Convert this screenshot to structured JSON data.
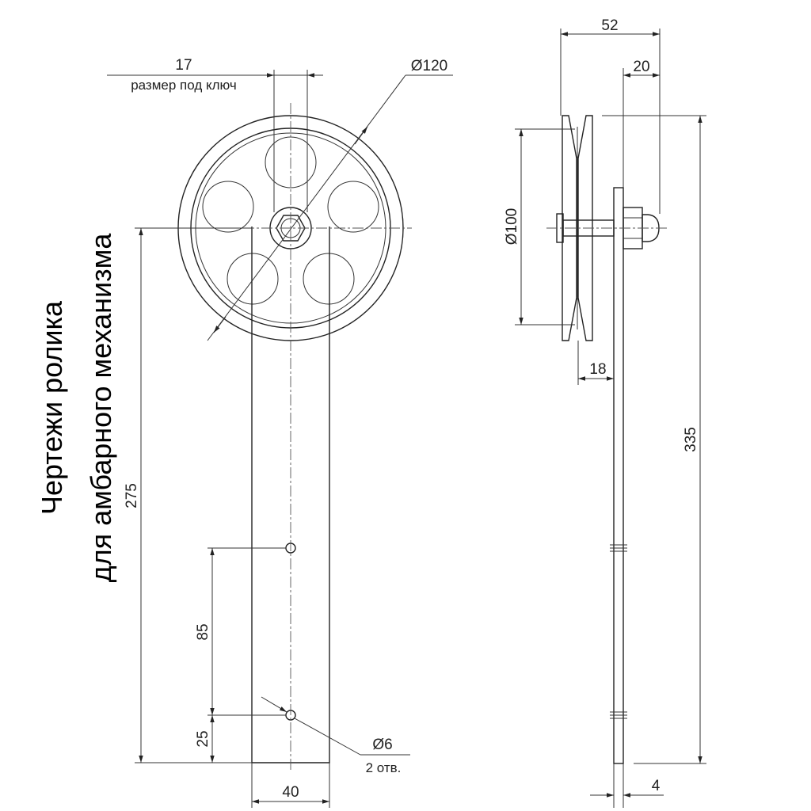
{
  "title": {
    "line1": "Чертежи ролика",
    "line2": "для амбарного механизма"
  },
  "front_view": {
    "wrench_size_value": "17",
    "wrench_size_label": "размер под ключ",
    "wheel_diameter": "Ø120",
    "height_to_axle": "275",
    "hole_spacing": "85",
    "hole_from_bottom": "25",
    "hole_diameter": "Ø6",
    "hole_count": "2 отв.",
    "strap_width": "40"
  },
  "side_view": {
    "overall_depth": "52",
    "bolt_projection": "20",
    "groove_diameter": "Ø100",
    "wheel_width": "18",
    "overall_height": "335",
    "strap_thickness": "4"
  }
}
